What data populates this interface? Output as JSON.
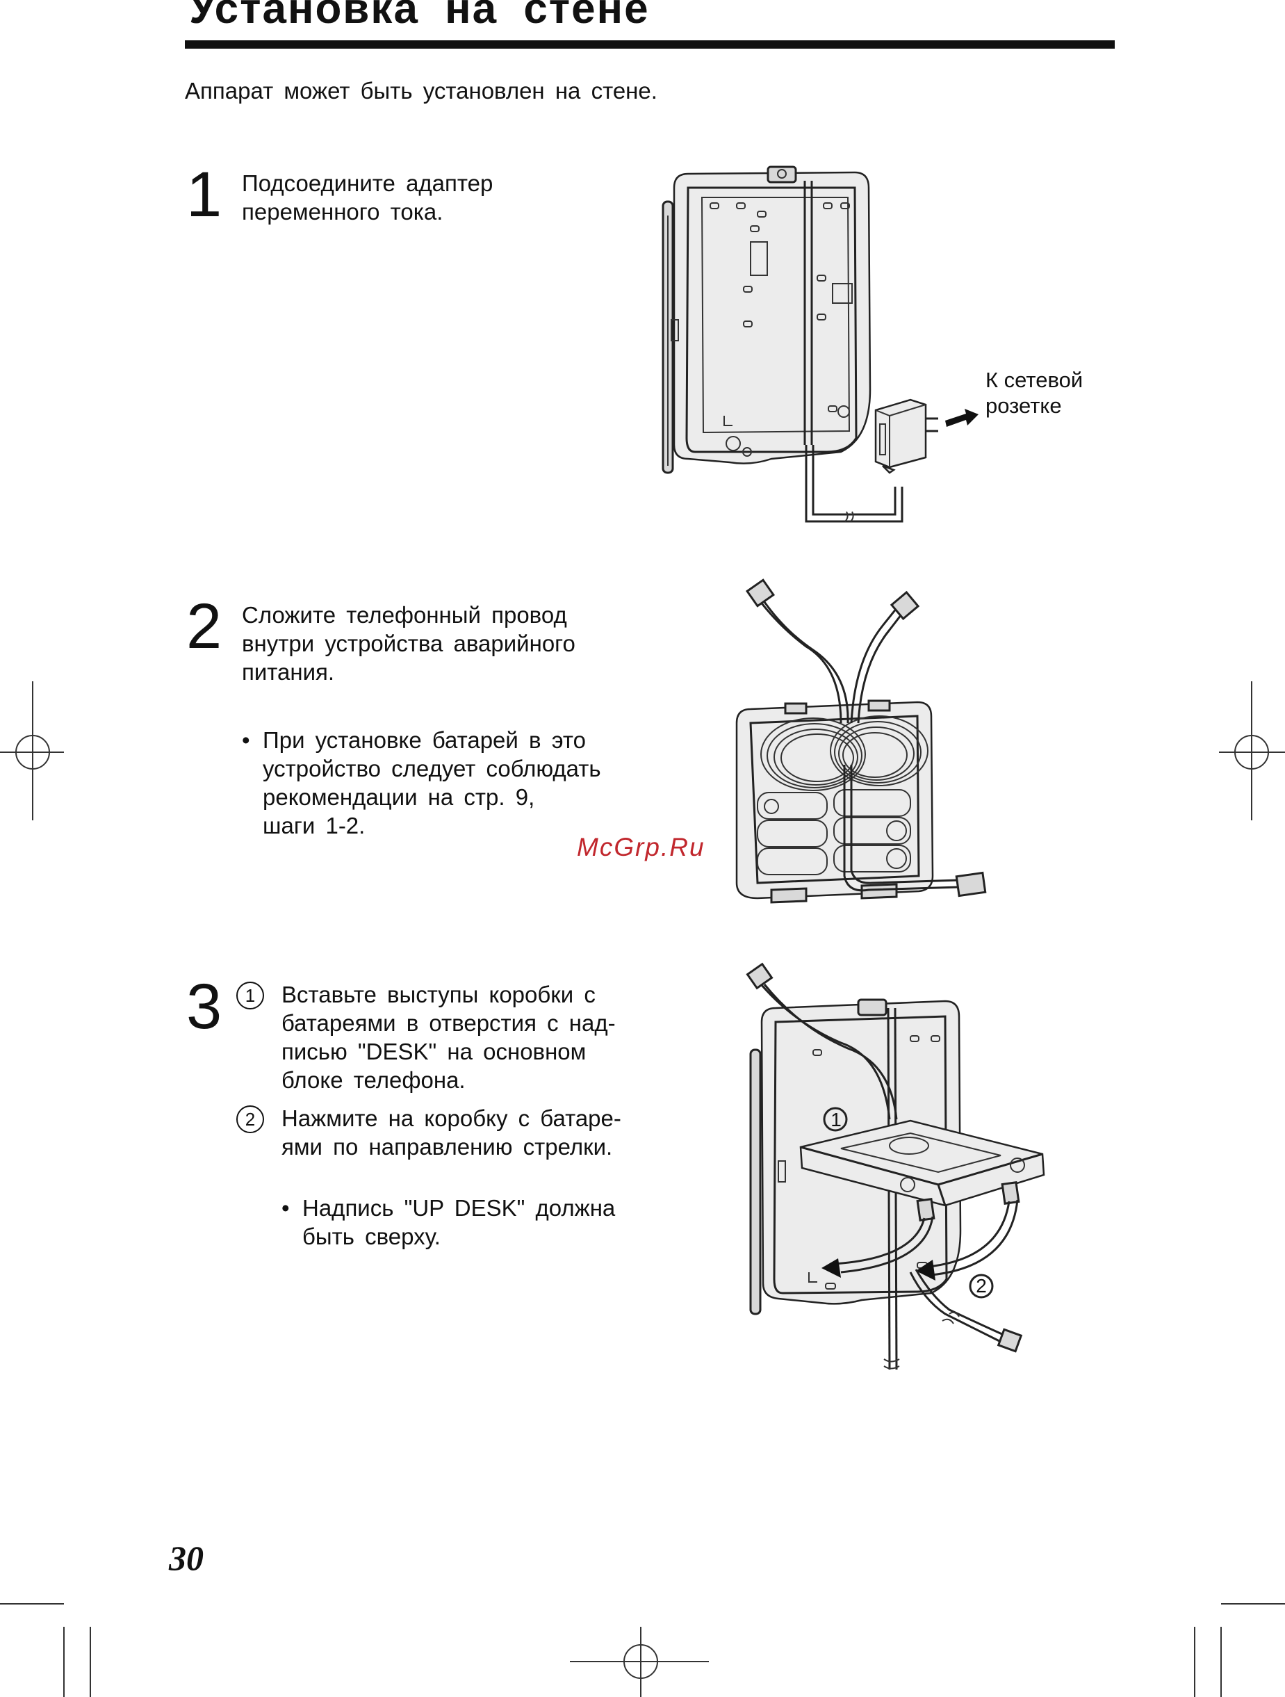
{
  "page": {
    "title": "Установка на стене",
    "intro": "Аппарат может быть установлен на стене.",
    "page_number": "30",
    "watermark": "McGrp.Ru"
  },
  "steps": [
    {
      "number": "1",
      "lines": [
        "Подсоедините адаптер",
        "переменного тока."
      ],
      "callout_lines": [
        "К сетевой",
        "розетке"
      ]
    },
    {
      "number": "2",
      "lines": [
        "Сложите телефонный провод",
        "внутри устройства аварийного",
        "питания."
      ],
      "bullet_lines": [
        "При установке батарей в это",
        "устройство следует соблюдать",
        "рекомендации на стр. 9,",
        "шаги 1-2."
      ]
    },
    {
      "number": "3",
      "sub1": {
        "marker": "1",
        "lines": [
          "Вставьте выступы коробки с",
          "батареями в отверстия с над-",
          "писью \"DESK\" на основном",
          "блоке телефона."
        ]
      },
      "sub2": {
        "marker": "2",
        "lines": [
          "Нажмите на коробку с батаре-",
          "ями по направлению стрелки."
        ]
      },
      "bullet_lines": [
        "Надпись \"UP DESK\" должна",
        "быть сверху."
      ],
      "figure_labels": [
        "1",
        "2"
      ]
    }
  ]
}
